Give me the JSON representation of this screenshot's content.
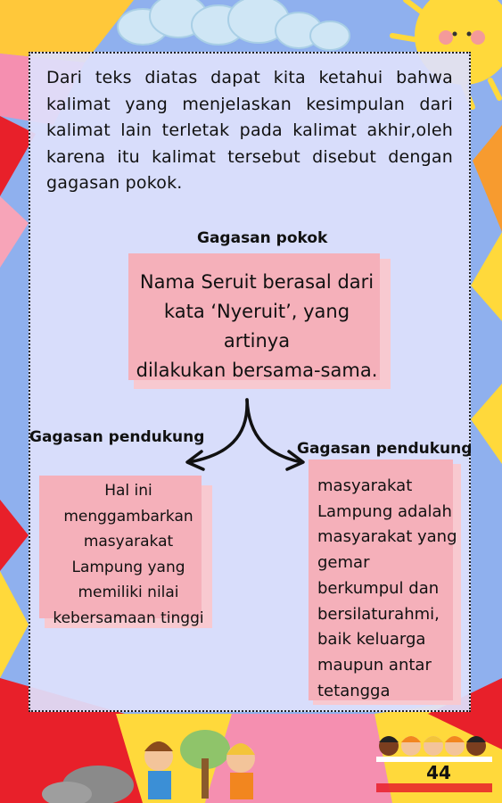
{
  "intro": "Dari teks diatas dapat kita ketahui bahwa kalimat yang menjelaskan kesimpulan dari kalimat lain terletak pada kalimat akhir,oleh karena itu kalimat tersebut disebut dengan gagasan pokok.",
  "main": {
    "label": "Gagasan pokok",
    "lines": [
      "Nama Seruit berasal dari",
      "kata ‘Nyeruit’, yang artinya",
      "dilakukan bersama-sama."
    ]
  },
  "left": {
    "label": "Gagasan pendukung",
    "lines": [
      "Hal ini",
      "menggambarkan",
      "masyarakat",
      "Lampung yang",
      "memiliki nilai",
      "kebersamaan tinggi"
    ]
  },
  "right": {
    "label": "Gagasan pendukung",
    "lines": [
      "masyarakat",
      "Lampung adalah",
      "masyarakat yang",
      "gemar",
      "berkumpul dan",
      "bersilaturahmi,",
      "baik keluarga",
      "maupun antar",
      "tetangga"
    ]
  },
  "page_number": "44",
  "colors": {
    "panel": "#dee0fc",
    "box": "#f5b0ba",
    "box_shadow": "#f8c9d0",
    "sun": "#ffd93b",
    "accent_red": "#e8202a"
  }
}
